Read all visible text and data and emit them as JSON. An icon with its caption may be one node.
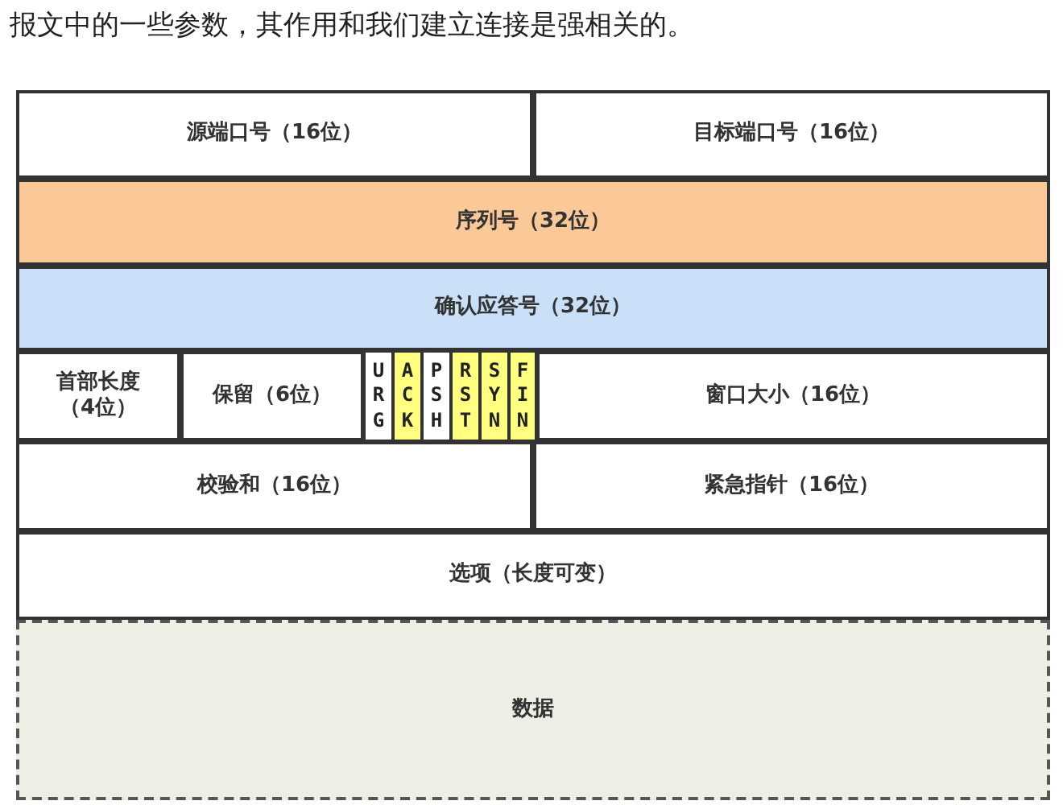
{
  "diagram": {
    "title": "报文中的一些参数，其作用和我们建立连接是强相关的。",
    "nodes": [
      {
        "text": [
          "源端口号（16位）"
        ]
      },
      {
        "text": [
          "目标端口号（16位）"
        ]
      },
      {
        "text": [
          "序列号（32位）"
        ]
      },
      {
        "text": [
          "确认应答号（32位）"
        ]
      },
      {
        "text": [
          "首部长度（4位）"
        ]
      },
      {
        "text": [
          "保留（6位）"
        ]
      },
      {
        "text": [
          "URG"
        ]
      },
      {
        "text": [
          "ACK"
        ]
      },
      {
        "text": [
          "PSH"
        ]
      },
      {
        "text": [
          "RST"
        ]
      },
      {
        "text": [
          "SYN"
        ]
      },
      {
        "text": [
          "FIN"
        ]
      },
      {
        "text": [
          "窗口大小（16位）"
        ]
      },
      {
        "text": [
          "校验和（16位）"
        ]
      },
      {
        "text": [
          "紧急指针（16位）"
        ]
      },
      {
        "text": [
          "选项（长度可变）"
        ]
      },
      {
        "text": [
          "数据"
        ]
      }
    ]
  }
}
